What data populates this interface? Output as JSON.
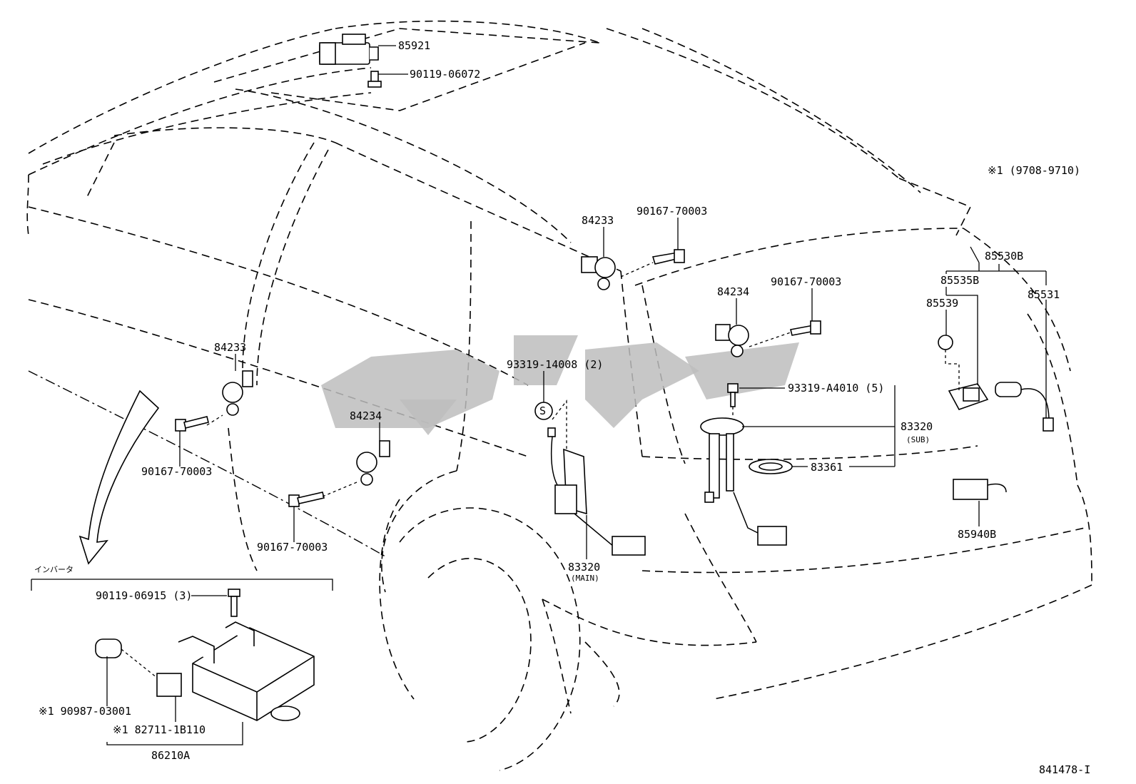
{
  "diagram": {
    "ref_code": "841478-I",
    "note_range": "※1 (9708-9710)",
    "inverter_label": "インバータ",
    "watermark_color": "#bdbdbd",
    "labels": {
      "p85921": "85921",
      "p90119_06072": "90119-06072",
      "p84233_top": "84233",
      "p90167_top": "90167-70003",
      "p84234_right": "84234",
      "p90167_right": "90167-70003",
      "p84233_left": "84233",
      "p90167_left": "90167-70003",
      "p84234_mid": "84234",
      "p90167_mid": "90167-70003",
      "p93319_14008": "93319-14008 (2)",
      "p93319_A4010": "93319-A4010 (5)",
      "p83320_sub": "83320",
      "p83320_sub_tag": "(SUB)",
      "p83361": "83361",
      "p83320_main": "83320",
      "p83320_main_tag": "(MAIN)",
      "p85530B": "85530B",
      "p85535B": "85535B",
      "p85539": "85539",
      "p85531": "85531",
      "p85940B": "85940B",
      "p90119_06915": "90119-06915 (3)",
      "p90987_03001": "※1 90987-03001",
      "p82711_1B110": "※1 82711-1B110",
      "p86210A": "86210A"
    }
  }
}
